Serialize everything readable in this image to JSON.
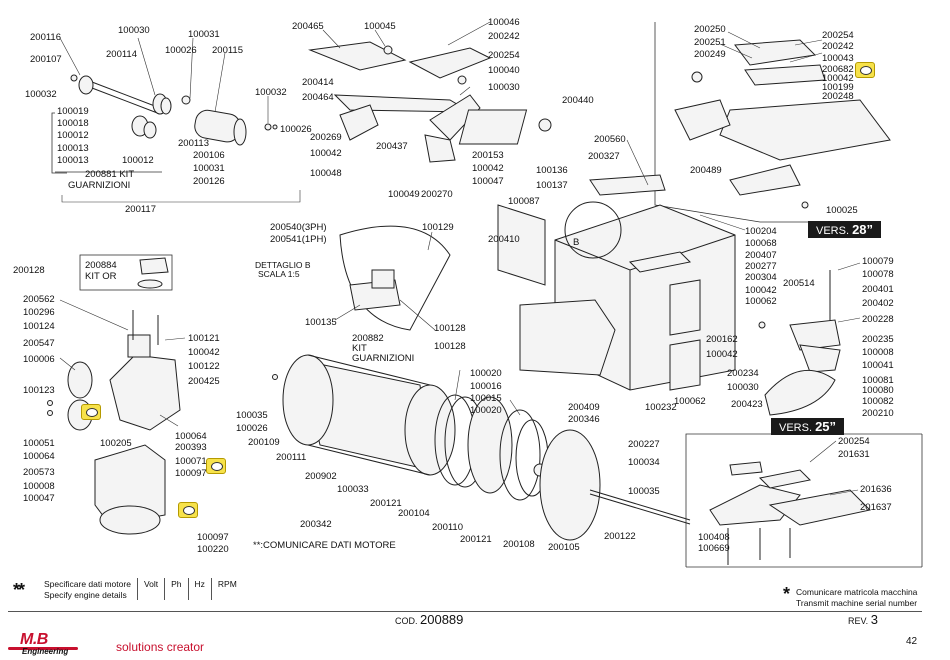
{
  "labels": {
    "tl": [
      "200116",
      "200107",
      "100032",
      "100030",
      "200114",
      "100026",
      "100031",
      "200115",
      "100032",
      "100019",
      "100018",
      "100012",
      "100013",
      "100013",
      "100012",
      "200113",
      "200106",
      "100031",
      "200126",
      "100026"
    ],
    "kit_garnizioni_top": [
      "200881 KIT",
      "GUARNIZIONI"
    ],
    "tl_bottom": "200117",
    "tc": [
      "200465",
      "100045",
      "200414",
      "200464",
      "200269",
      "100042",
      "200437",
      "100048",
      "100049",
      "200270",
      "100046",
      "200242",
      "200254",
      "100040",
      "100030",
      "200153",
      "100042",
      "100047",
      "200440"
    ],
    "tr": [
      "200250",
      "200251",
      "200249",
      "200254",
      "200242",
      "100043",
      "200682",
      "100042",
      "100199",
      "200248",
      "200489",
      "100025"
    ],
    "vers28": "28”",
    "vers25": "25”",
    "vers_prefix": "VERS.",
    "mr": [
      "200560",
      "200327",
      "100136",
      "100137",
      "100087",
      "200410",
      "100204",
      "100068",
      "200407",
      "200277",
      "200304",
      "100042",
      "100062",
      "200162",
      "100042",
      "100062",
      "200409",
      "200346",
      "100232"
    ],
    "detail": [
      "200540(3PH)",
      "200541(1PH)",
      "100129",
      "DETTAGLIO B",
      "SCALA 1:5",
      "100135",
      "100128",
      "100128",
      "200882",
      "KIT",
      "GUARNIZIONI"
    ],
    "letter_b": "B",
    "motor_left": [
      "200128",
      "200884",
      "KIT OR",
      "200562",
      "100296",
      "100124",
      "200547",
      "100006",
      "100123",
      "100121",
      "100042",
      "100122",
      "200425",
      "100051",
      "100064",
      "100205",
      "100064",
      "200393",
      "100071",
      "100097",
      "200573",
      "100008",
      "100047",
      "100097",
      "100220"
    ],
    "drum": [
      "100035",
      "100026",
      "200109",
      "200111",
      "200902",
      "100033",
      "200342",
      "200121",
      "200104",
      "100020",
      "100016",
      "100015",
      "100020",
      "200110",
      "200121",
      "200108",
      "200105",
      "200227",
      "100034",
      "100035",
      "200122"
    ],
    "engine_note": "**:COMUNICARE DATI MOTORE",
    "right_mid": [
      "100079",
      "100078",
      "200514",
      "200401",
      "200402",
      "200228",
      "200235",
      "100008",
      "100041",
      "100081",
      "100080",
      "100082",
      "200210",
      "200234",
      "100030",
      "200423"
    ],
    "vers25_box": [
      "200254",
      "201631",
      "201636",
      "201637",
      "100408",
      "100669"
    ]
  },
  "footer": {
    "stars_left": "**",
    "specify_it": "Specificare dati motore",
    "specify_en": "Specify engine details",
    "cols": [
      "Volt",
      "Ph",
      "Hz",
      "RPM"
    ],
    "star_right": "*",
    "note_it": "Comunicare matricola macchina",
    "note_en": "Transmit machine serial number",
    "cod_label": "COD.",
    "cod_value": "200889",
    "rev_label": "REV.",
    "rev_value": "3",
    "logo_text": "M.B",
    "logo_sub": "Engineering",
    "tagline": "solutions creator",
    "page": "42"
  }
}
